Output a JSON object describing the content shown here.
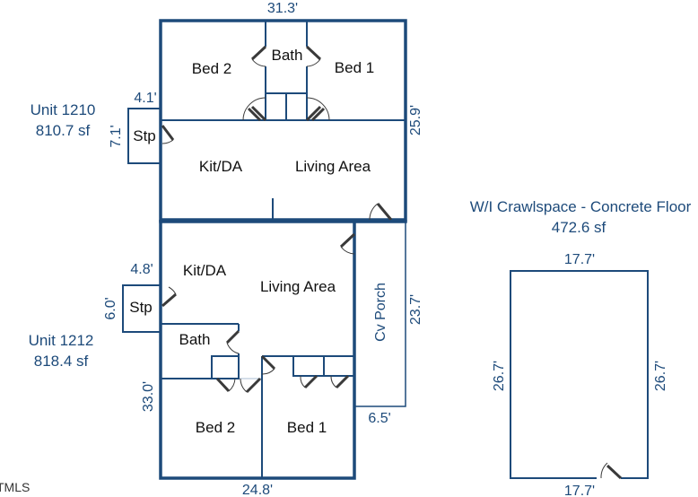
{
  "colors": {
    "wall": "#1d4a7a",
    "text": "#111111",
    "dimension": "#1d4a7a"
  },
  "units": [
    {
      "name": "Unit 1210",
      "area": "810.7 sf",
      "rooms": [
        "Bed 2",
        "Bath",
        "Bed 1",
        "Stp",
        "Kit/DA",
        "Living Area"
      ],
      "dimensions": {
        "width": "31.3'",
        "depth": "25.9'",
        "stoop_width": "4.1'",
        "stoop_depth": "7.1'"
      }
    },
    {
      "name": "Unit 1212",
      "area": "818.4 sf",
      "rooms": [
        "Kit/DA",
        "Living Area",
        "Stp",
        "Bath",
        "Bed 2",
        "Bed 1",
        "Cv Porch"
      ],
      "dimensions": {
        "width": "24.8'",
        "depth": "33.0'",
        "stoop_width": "4.8'",
        "stoop_depth": "6.0'",
        "porch_depth": "23.7'",
        "porch_width": "6.5'"
      }
    }
  ],
  "crawlspace": {
    "title": "W/I Crawlspace - Concrete Floor",
    "area": "472.6 sf",
    "dimensions": {
      "top": "17.7'",
      "bottom": "17.7'",
      "left": "26.7'",
      "right": "26.7'"
    }
  },
  "watermark": "TMLS"
}
